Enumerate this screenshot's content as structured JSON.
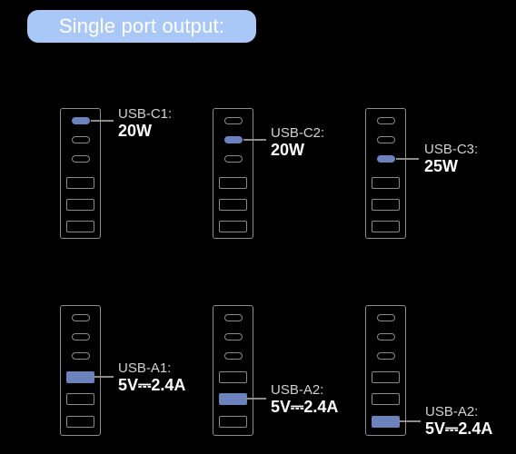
{
  "header": {
    "title": "Single port output:"
  },
  "ports": {
    "c1": {
      "name": "USB-C1:",
      "value": "20W"
    },
    "c2": {
      "name": "USB-C2:",
      "value": "20W"
    },
    "c3": {
      "name": "USB-C3:",
      "value": "25W"
    },
    "a1": {
      "name": "USB-A1:",
      "value": "5V⎓2.4A"
    },
    "a2": {
      "name": "USB-A2:",
      "value": "5V⎓2.4A"
    },
    "a3": {
      "name": "USB-A2:",
      "value": "5V⎓2.4A"
    }
  },
  "colors": {
    "accent": "#6c82bd",
    "title_pill": "#a9c8f7",
    "background": "#000000"
  }
}
